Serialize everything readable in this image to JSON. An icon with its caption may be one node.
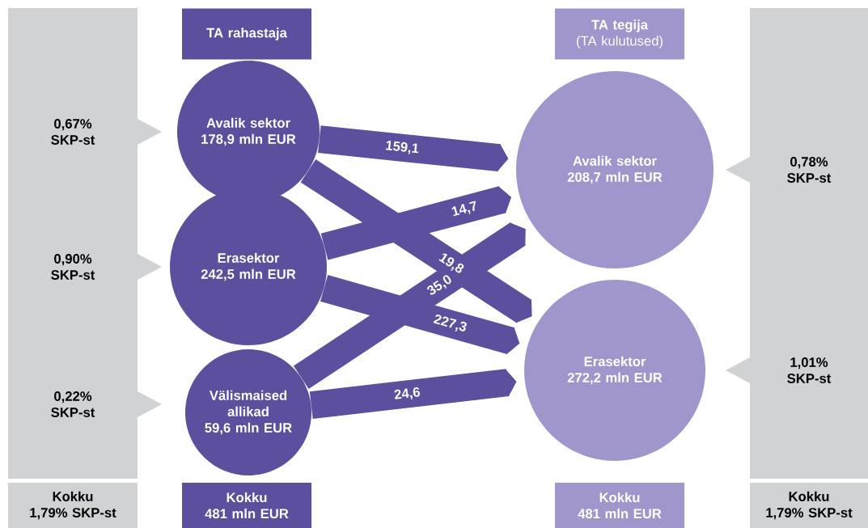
{
  "diagram": {
    "nodes": [
      {
        "text": [
          "TA rahastaja"
        ]
      },
      {
        "text": [
          "TA tegija",
          "(TA kulutused)"
        ]
      },
      {
        "text": [
          "Avalik sektor",
          "178,9 mln EUR"
        ]
      },
      {
        "text": [
          "Erasektor",
          "242,5 mln EUR"
        ]
      },
      {
        "text": [
          "Välismaised allikad",
          "59,6 mln EUR"
        ]
      },
      {
        "text": [
          "Avalik sektor",
          "208,7 mln EUR"
        ]
      },
      {
        "text": [
          "Erasektor",
          "272,2 mln EUR"
        ]
      },
      {
        "text": [
          "Kokku",
          "1,79% SKP-st"
        ]
      },
      {
        "text": [
          "Kokku",
          "481 mln EUR"
        ]
      },
      {
        "text": [
          "Kokku",
          "481 mln EUR"
        ]
      },
      {
        "text": [
          "Kokku",
          "1,79% SKP-st"
        ]
      }
    ],
    "edges": [
      {
        "from": 2,
        "to": 5,
        "arrow": "to",
        "label": "159,1"
      },
      {
        "from": 2,
        "to": 6,
        "arrow": "to",
        "label": "19,8"
      },
      {
        "from": 3,
        "to": 5,
        "arrow": "to",
        "label": "14,7"
      },
      {
        "from": 3,
        "to": 6,
        "arrow": "to",
        "label": "227,3"
      },
      {
        "from": 4,
        "to": 5,
        "arrow": "to",
        "label": "35,0"
      },
      {
        "from": 4,
        "to": 6,
        "arrow": "to",
        "label": "24,6"
      }
    ],
    "labels": [
      "0,67% SKP-st",
      "0,78% SKP-st",
      "0,90% SKP-st",
      "1,01% SKP-st",
      "0,22% SKP-st"
    ]
  }
}
